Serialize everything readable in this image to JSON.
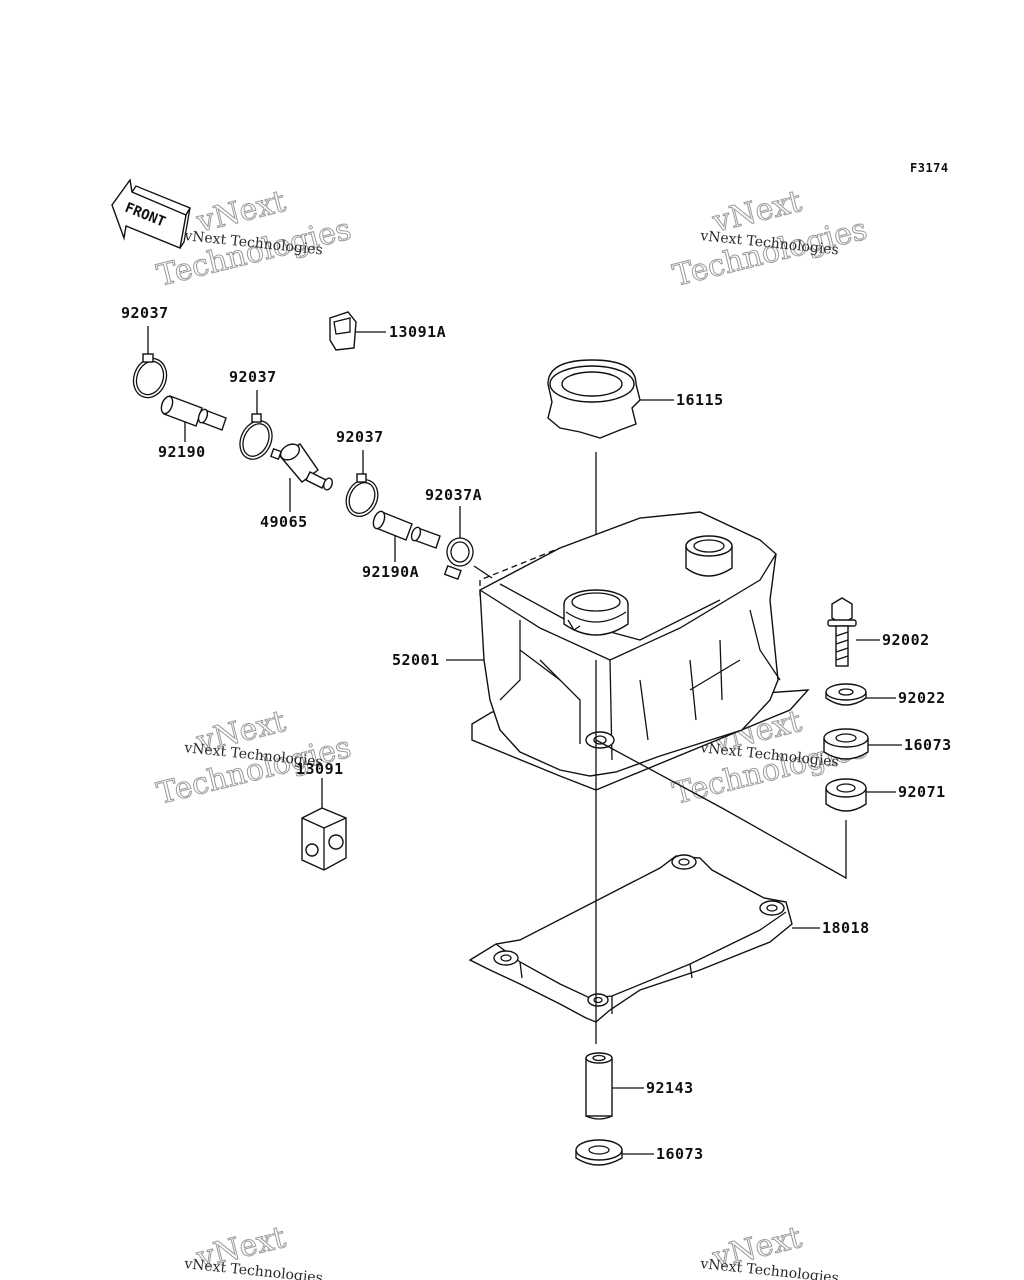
{
  "figure_id": "F3174",
  "front_label": "FRONT",
  "watermark": {
    "line1": "vNext",
    "line2": "Technologies",
    "small": "vNext Technologies"
  },
  "part_labels": {
    "p92037_a": "92037",
    "p13091a": "13091A",
    "p92037_b": "92037",
    "p16115": "16115",
    "p92190": "92190",
    "p92037_c": "92037",
    "p49065": "49065",
    "p92037a": "92037A",
    "p92190a": "92190A",
    "p52001": "52001",
    "p92002": "92002",
    "p92022": "92022",
    "p16073_a": "16073",
    "p13091": "13091",
    "p92071": "92071",
    "p18018": "18018",
    "p92143": "92143",
    "p16073_b": "16073"
  },
  "colors": {
    "ink": "#111111",
    "background": "#ffffff",
    "watermark": "#9a9a9a"
  }
}
